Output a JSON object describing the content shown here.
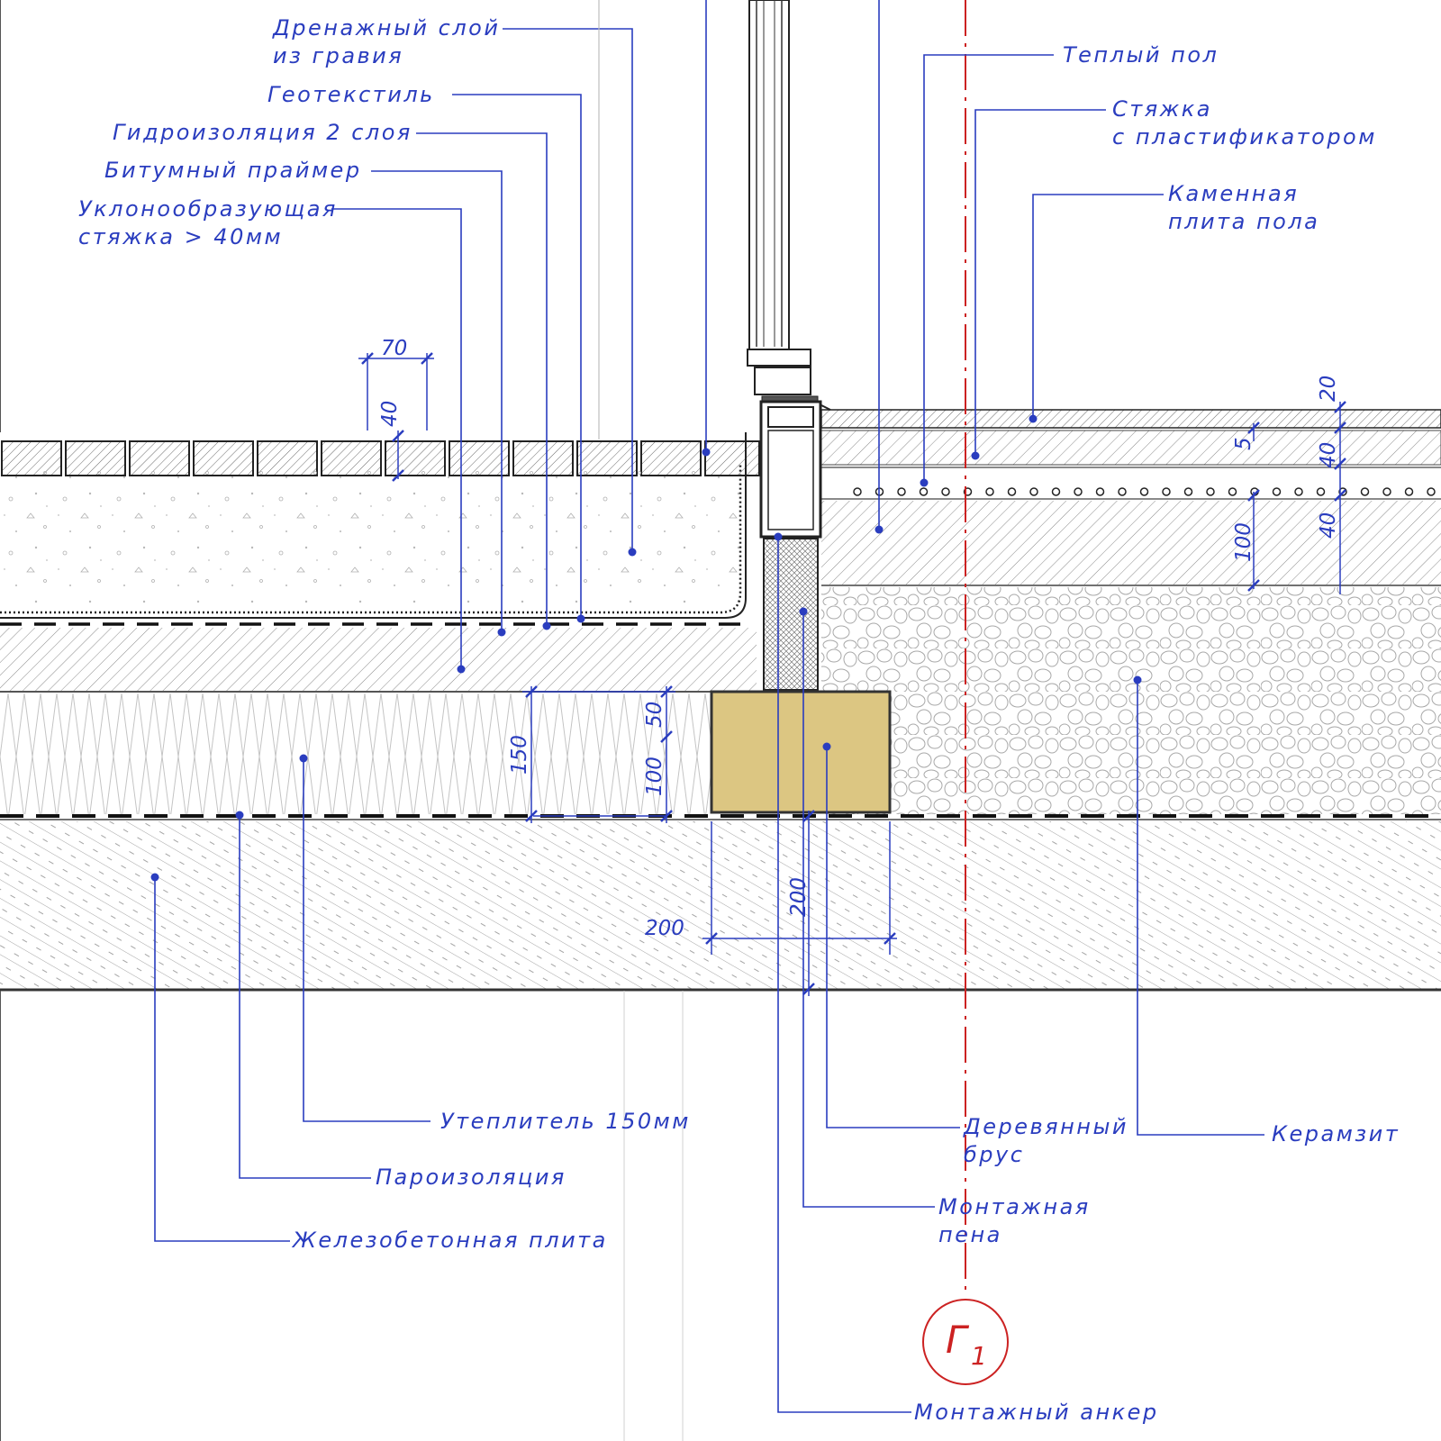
{
  "labels": {
    "drainage_l1": "Дренажный слой",
    "drainage_l2": "из гравия",
    "geotextile": "Геотекстиль",
    "waterproofing": "Гидроизоляция 2 слоя",
    "primer": "Битумный праймер",
    "slope_screed_l1": "Уклонообразующая",
    "slope_screed_l2": "стяжка > 40мм",
    "warm_floor": "Теплый пол",
    "screed_l1": "Стяжка",
    "screed_l2": "с пластификатором",
    "stone_l1": "Каменная",
    "stone_l2": "плита пола",
    "insulation": "Утеплитель 150мм",
    "vapor_barrier": "Пароизоляция",
    "rc_slab": "Железобетонная плита",
    "timber_l1": "Деревянный",
    "timber_l2": "брус",
    "foam_l1": "Монтажная",
    "foam_l2": "пена",
    "anchor": "Монтажный анкер",
    "expanded_clay": "Керамзит"
  },
  "dimensions": {
    "d70": "70",
    "d40_tile": "40",
    "d20": "20",
    "d5": "5",
    "d40_a": "40",
    "d40_b": "40",
    "d100_right": "100",
    "d150": "150",
    "d50": "50",
    "d100_left": "100",
    "d200_h": "200",
    "d200_v": "200"
  },
  "section_marker": {
    "letter": "Г",
    "index": "1"
  },
  "colors": {
    "leader": "#2a3dbf",
    "outline": "#333333",
    "timber": "#dcc682",
    "axis": "#cc2222"
  }
}
